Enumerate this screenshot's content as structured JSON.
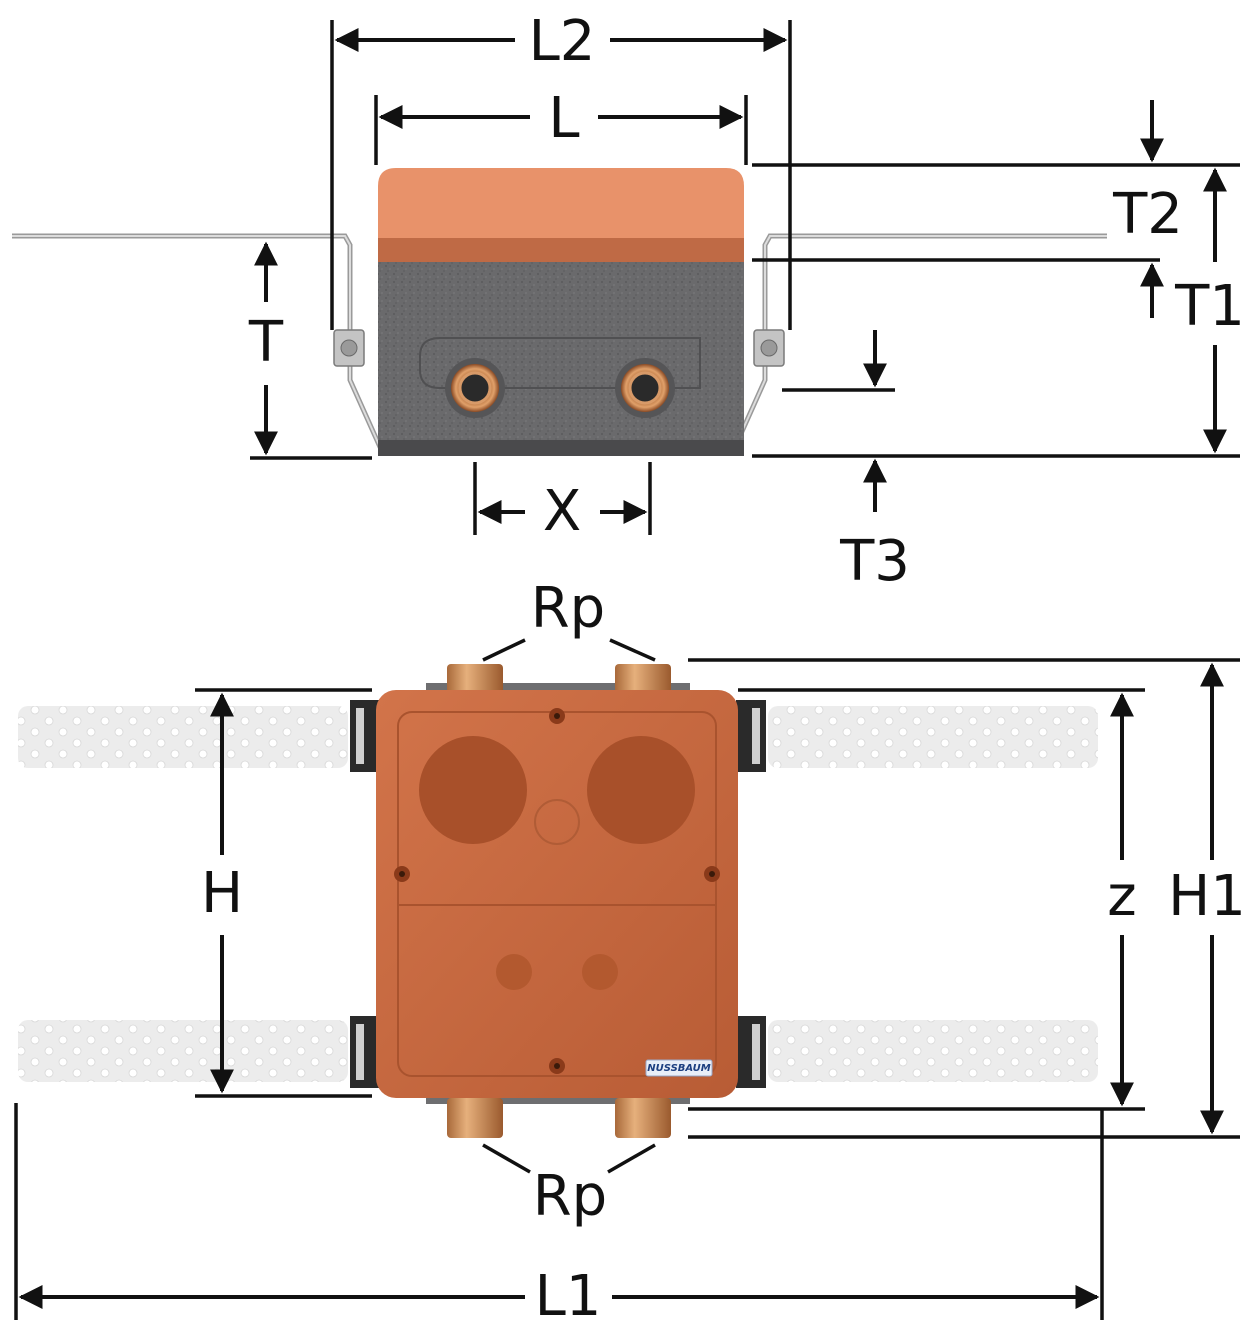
{
  "top_view": {
    "labels": {
      "L2": "L2",
      "L": "L",
      "T": "T",
      "T1": "T1",
      "T2": "T2",
      "T3": "T3",
      "X": "X"
    }
  },
  "front_view": {
    "labels": {
      "Rp_top": "Rp",
      "Rp_bottom": "Rp",
      "H": "H",
      "z": "z",
      "H1": "H1",
      "L1": "L1"
    },
    "brand": "NUSSBAUM"
  },
  "colors": {
    "cover_orange": "#e8926a",
    "insulation_grey": "#6e6e70",
    "box_orange": "#c6683f",
    "copper": "#c8844e",
    "bracket_light": "#ececec",
    "line": "#111111"
  }
}
